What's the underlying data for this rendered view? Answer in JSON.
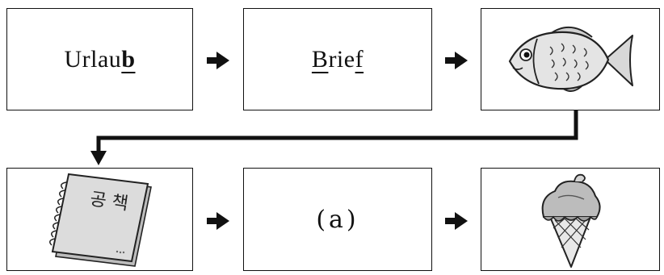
{
  "row1": {
    "box1": {
      "prefix": "Urlau",
      "underlined": "b"
    },
    "box2": {
      "u1": "B",
      "middle": "rie",
      "u2": "f"
    },
    "box3": {
      "icon": "fish-icon"
    }
  },
  "row2": {
    "box4": {
      "icon": "notebook-icon",
      "cover_text": "공 책"
    },
    "box5": {
      "label": "(a)"
    },
    "box6": {
      "icon": "ice-cream-cone-icon"
    }
  }
}
